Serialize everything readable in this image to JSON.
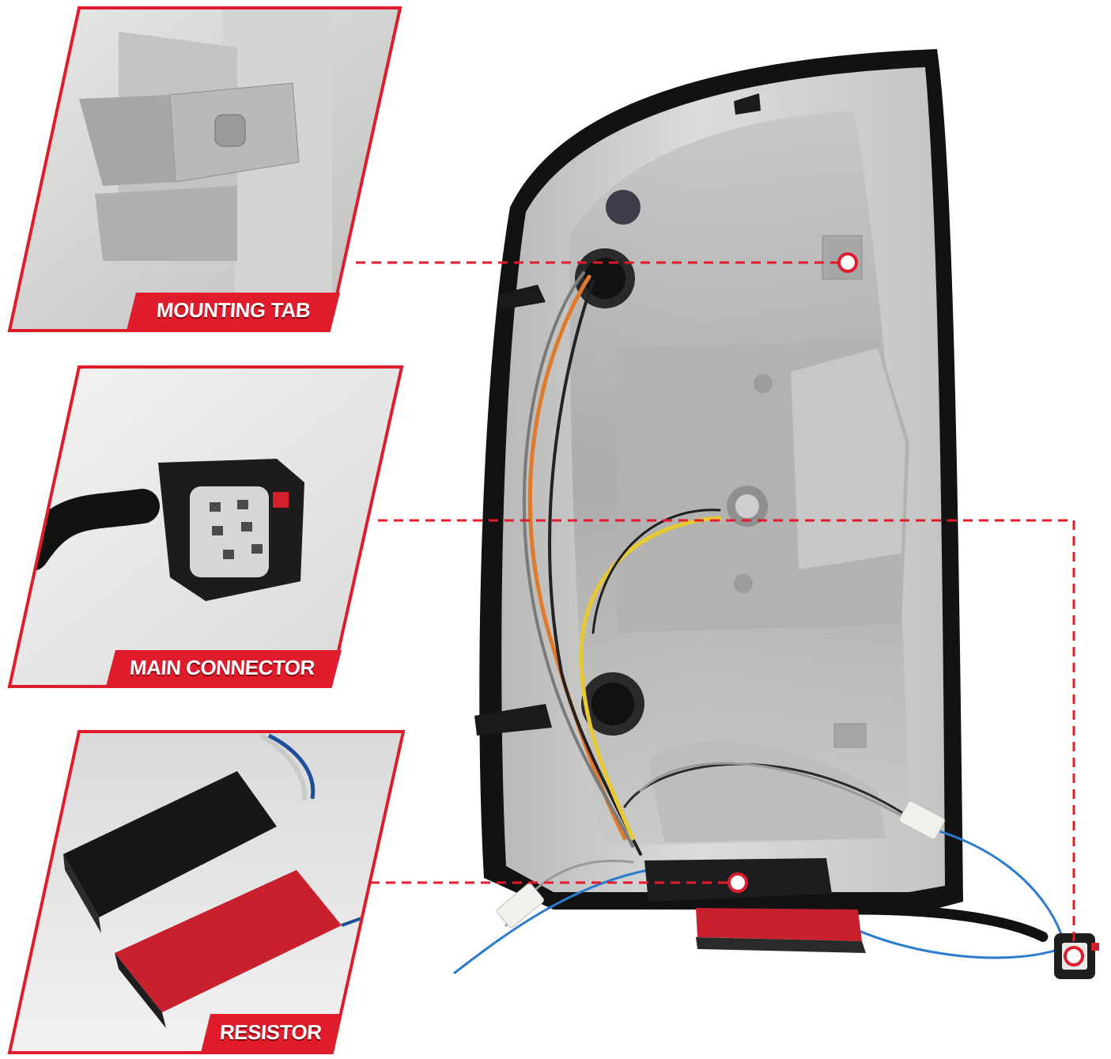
{
  "colors": {
    "accent": "#e01b2b",
    "housing": "#cfcfcd",
    "lens_edge": "#151515",
    "resistor_red": "#c8202c"
  },
  "panels": [
    {
      "label": "MOUNTING TAB",
      "icon": "mounting-tab-closeup"
    },
    {
      "label": "MAIN CONNECTOR",
      "icon": "main-connector-closeup"
    },
    {
      "label": "RESISTOR",
      "icon": "resistor-closeup"
    }
  ],
  "product": {
    "subject": "tail-light-back-housing"
  }
}
